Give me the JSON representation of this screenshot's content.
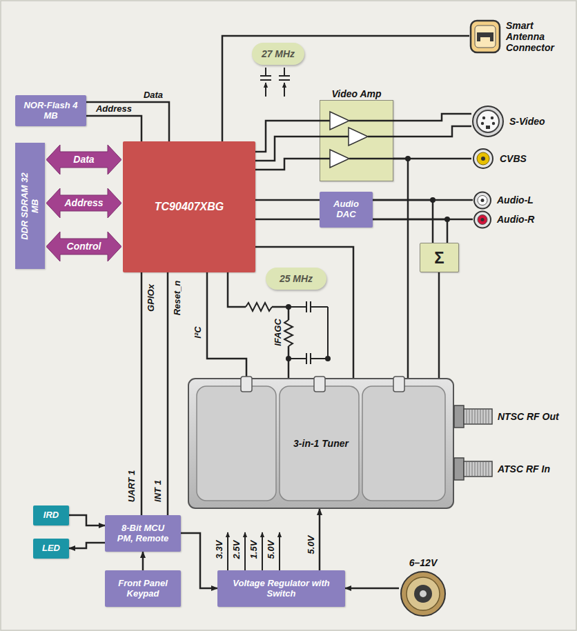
{
  "diagram": {
    "nodes": [
      {
        "text": [
          "NOR-Flash 4 MB"
        ]
      },
      {
        "text": [
          "DDR SDRAM 32 MB"
        ]
      },
      {
        "text": [
          "Data"
        ]
      },
      {
        "text": [
          "Address"
        ]
      },
      {
        "text": [
          "Control"
        ]
      },
      {
        "text": [
          "TC90407XBG"
        ]
      },
      {
        "text": [
          "27 MHz"
        ]
      },
      {
        "text": [
          "Video Amp"
        ]
      },
      {
        "text": [
          "Smart Antenna Connector"
        ]
      },
      {
        "text": [
          "S-Video"
        ]
      },
      {
        "text": [
          "CVBS"
        ]
      },
      {
        "text": [
          "Audio-L"
        ]
      },
      {
        "text": [
          "Audio-R"
        ]
      },
      {
        "text": [
          "Audio DAC"
        ]
      },
      {
        "text": [
          "Σ"
        ]
      },
      {
        "text": [
          "25 MHz"
        ]
      },
      {
        "text": [
          "3-in-1 Tuner"
        ]
      },
      {
        "text": [
          "NTSC RF Out"
        ]
      },
      {
        "text": [
          "ATSC RF In"
        ]
      },
      {
        "text": [
          "IRD"
        ]
      },
      {
        "text": [
          "LED"
        ]
      },
      {
        "text": [
          "8-Bit MCU PM, Remote"
        ]
      },
      {
        "text": [
          "Front Panel Keypad"
        ]
      },
      {
        "text": [
          "Voltage Regulator with Switch"
        ]
      },
      {
        "text": [
          "6–12V"
        ]
      }
    ],
    "edges": [
      {
        "from": 0,
        "to": 5,
        "label": "Data",
        "arrow": "none"
      },
      {
        "from": 0,
        "to": 5,
        "label": "Address",
        "arrow": "none"
      },
      {
        "from": 5,
        "to": 8,
        "arrow": "none"
      },
      {
        "from": 5,
        "to": 7,
        "arrow": "none"
      },
      {
        "from": 5,
        "to": 7,
        "arrow": "none"
      },
      {
        "from": 5,
        "to": 7,
        "arrow": "none"
      },
      {
        "from": 7,
        "to": 9,
        "arrow": "none"
      },
      {
        "from": 7,
        "to": 9,
        "arrow": "none"
      },
      {
        "from": 7,
        "to": 10,
        "arrow": "none"
      },
      {
        "from": 7,
        "to": 16,
        "arrow": "none"
      },
      {
        "from": 5,
        "to": 13,
        "arrow": "none"
      },
      {
        "from": 5,
        "to": 13,
        "arrow": "none"
      },
      {
        "from": 13,
        "to": 11,
        "arrow": "none"
      },
      {
        "from": 13,
        "to": 12,
        "arrow": "none"
      },
      {
        "from": 13,
        "to": 14,
        "arrow": "none"
      },
      {
        "from": 13,
        "to": 14,
        "arrow": "none"
      },
      {
        "from": 14,
        "to": 16,
        "arrow": "none"
      },
      {
        "from": 5,
        "to": 16,
        "arrow": "none"
      },
      {
        "from": 5,
        "to": 16,
        "label": "I²C",
        "arrow": "none"
      },
      {
        "from": 5,
        "to": 16,
        "label": "IFAGC",
        "arrow": "none"
      },
      {
        "from": 5,
        "to": 21,
        "label": "GPIOx",
        "arrow": "none"
      },
      {
        "from": 5,
        "to": 21,
        "label": "Reset_n",
        "arrow": "none"
      },
      {
        "from": 19,
        "to": 21,
        "arrow": "to"
      },
      {
        "from": 21,
        "to": 20,
        "arrow": "to"
      },
      {
        "from": 22,
        "to": 21,
        "arrow": "to"
      },
      {
        "from": 21,
        "to": 23,
        "arrow": "to"
      },
      {
        "from": 24,
        "to": 23,
        "arrow": "to"
      },
      {
        "from": 23,
        "to": 16,
        "label": "5.0V",
        "arrow": "to"
      }
    ],
    "labels": [
      "UART 1",
      "INT 1",
      "3.3V",
      "2.5V",
      "1.5V",
      "5.0V"
    ]
  }
}
